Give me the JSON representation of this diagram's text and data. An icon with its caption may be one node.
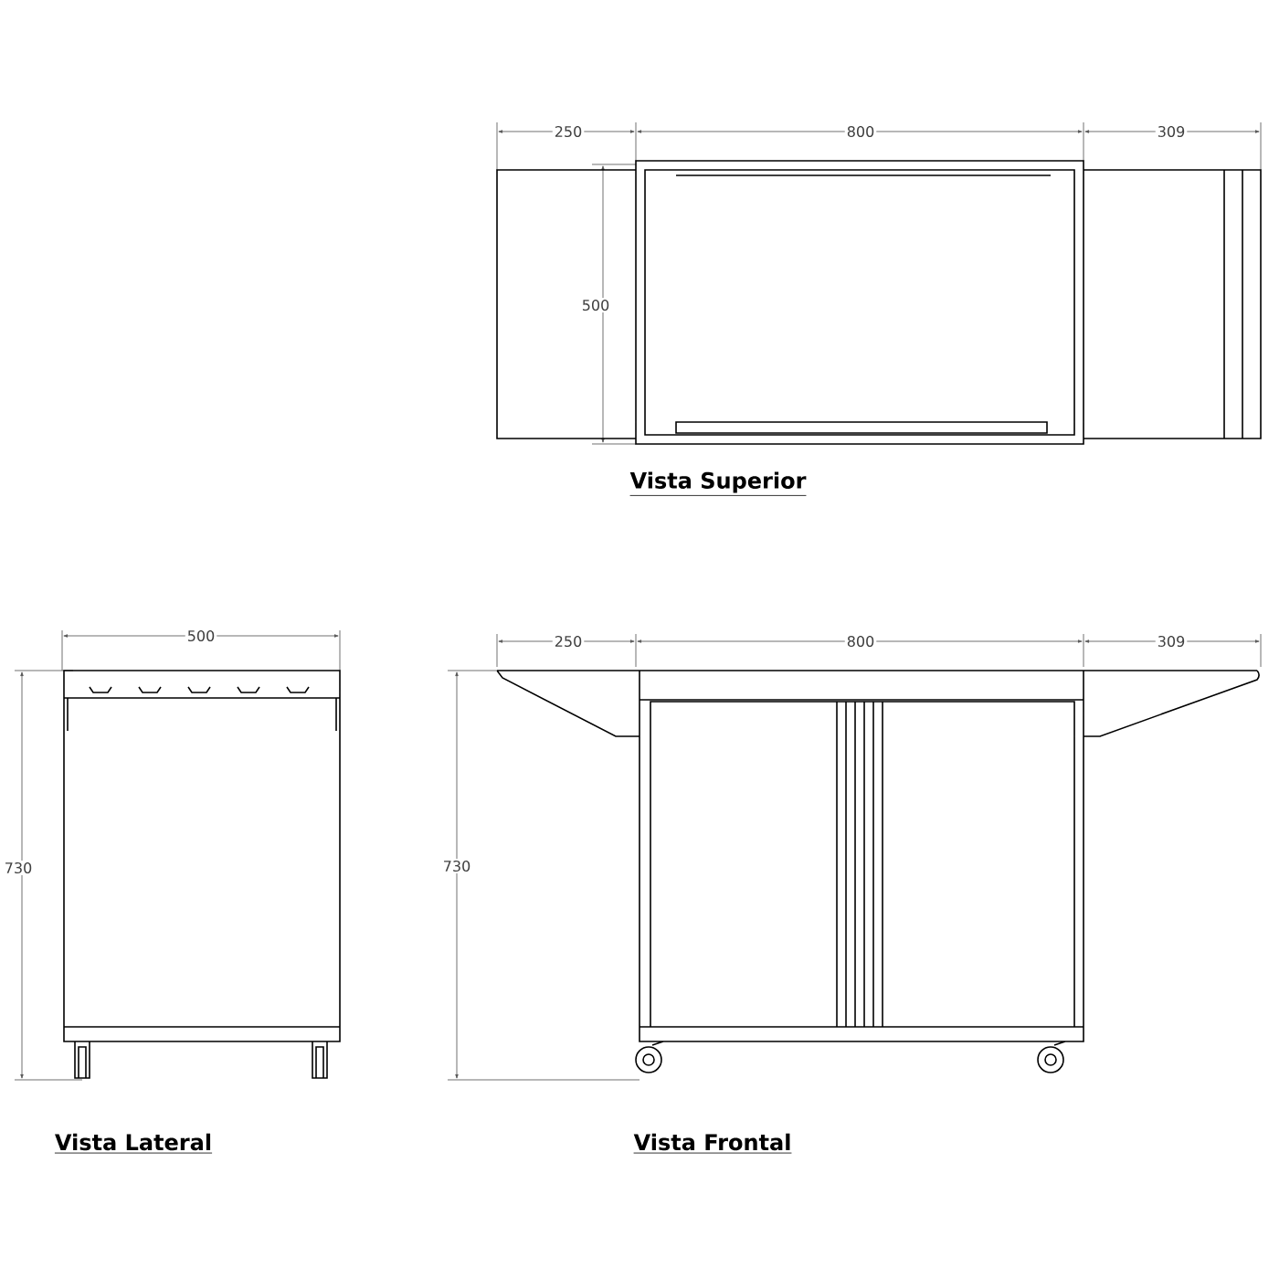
{
  "diagram": {
    "labels": [
      "250",
      "800",
      "309",
      "500",
      "Vista Superior",
      "500",
      "730",
      "Vista Lateral",
      "250",
      "800",
      "309",
      "730",
      "Vista Frontal"
    ]
  }
}
